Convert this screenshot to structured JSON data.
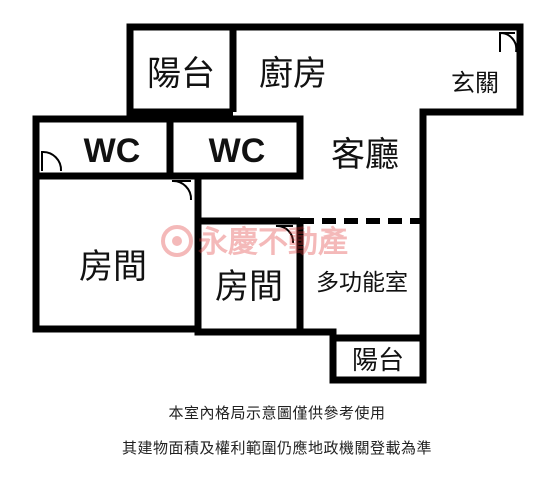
{
  "rooms": {
    "balcony_top": "陽台",
    "kitchen": "廚房",
    "entrance": "玄關",
    "wc_left": "WC",
    "wc_right": "WC",
    "living_room": "客廳",
    "bedroom_left": "房間",
    "bedroom_middle": "房間",
    "multi_purpose": "多功能室",
    "balcony_bottom": "陽台"
  },
  "watermark": {
    "brand": "永慶不動產",
    "color": "#e03a3a"
  },
  "caption": {
    "line1": "本室內格局示意圖僅供參考使用",
    "line2": "其建物面積及權利範圍仍應地政機關登載為準"
  },
  "colors": {
    "wall": "#000000",
    "background": "#ffffff"
  }
}
